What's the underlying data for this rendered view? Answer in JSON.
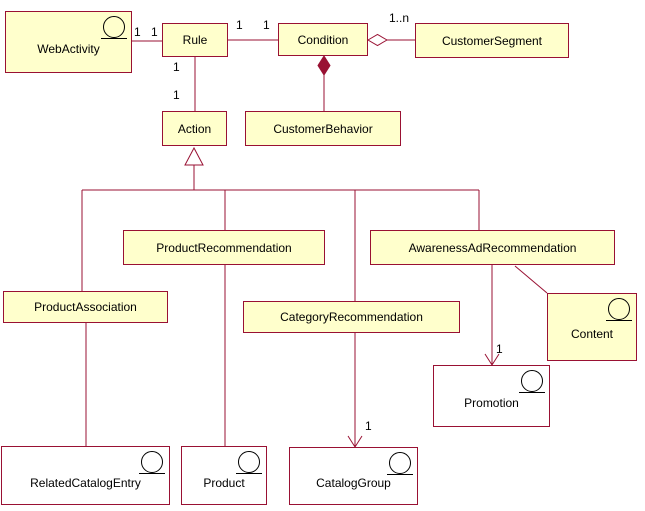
{
  "diagram": {
    "type": "uml-class-diagram",
    "colors": {
      "line": "#991133",
      "class_fill": "#FFFFCC",
      "white_fill": "#FFFFFF",
      "text": "#000000",
      "background": "#FFFFFF"
    },
    "classes": [
      {
        "id": "web-activity",
        "label": "WebActivity",
        "icon": "entity-icon"
      },
      {
        "id": "rule",
        "label": "Rule"
      },
      {
        "id": "condition",
        "label": "Condition"
      },
      {
        "id": "customer-segment",
        "label": "CustomerSegment"
      },
      {
        "id": "action",
        "label": "Action"
      },
      {
        "id": "customer-behavior",
        "label": "CustomerBehavior"
      },
      {
        "id": "product-recommendation",
        "label": "ProductRecommendation"
      },
      {
        "id": "awareness-ad-recommendation",
        "label": "AwarenessAdRecommendation"
      },
      {
        "id": "product-association",
        "label": "ProductAssociation"
      },
      {
        "id": "category-recommendation",
        "label": "CategoryRecommendation"
      },
      {
        "id": "content",
        "label": "Content",
        "icon": "entity-icon"
      },
      {
        "id": "promotion",
        "label": "Promotion",
        "icon": "entity-icon"
      },
      {
        "id": "related-catalog-entry",
        "label": "RelatedCatalogEntry",
        "icon": "entity-icon"
      },
      {
        "id": "product",
        "label": "Product",
        "icon": "entity-icon"
      },
      {
        "id": "catalog-group",
        "label": "CatalogGroup",
        "icon": "entity-icon"
      }
    ],
    "multiplicities": [
      {
        "text": "1"
      },
      {
        "text": "1"
      },
      {
        "text": "1"
      },
      {
        "text": "1"
      },
      {
        "text": "1..n"
      },
      {
        "text": "1"
      },
      {
        "text": "1"
      },
      {
        "text": "1"
      },
      {
        "text": "1"
      }
    ],
    "relationships": [
      {
        "from": "WebActivity",
        "to": "Rule",
        "type": "association",
        "labels": [
          "1",
          "1"
        ]
      },
      {
        "from": "Rule",
        "to": "Condition",
        "type": "association",
        "labels": [
          "1",
          "1"
        ]
      },
      {
        "from": "Condition",
        "to": "CustomerSegment",
        "type": "aggregation",
        "labels": [
          "1..n"
        ]
      },
      {
        "from": "Condition",
        "to": "CustomerBehavior",
        "type": "composition",
        "labels": []
      },
      {
        "from": "Rule",
        "to": "Action",
        "type": "association",
        "labels": [
          "1",
          "1"
        ]
      },
      {
        "from": "ProductAssociation",
        "to": "Action",
        "type": "generalization"
      },
      {
        "from": "ProductRecommendation",
        "to": "Action",
        "type": "generalization"
      },
      {
        "from": "CategoryRecommendation",
        "to": "Action",
        "type": "generalization"
      },
      {
        "from": "AwarenessAdRecommendation",
        "to": "Action",
        "type": "generalization"
      },
      {
        "from": "ProductAssociation",
        "to": "RelatedCatalogEntry",
        "type": "association",
        "labels": []
      },
      {
        "from": "ProductRecommendation",
        "to": "Product",
        "type": "association",
        "labels": []
      },
      {
        "from": "CategoryRecommendation",
        "to": "CatalogGroup",
        "type": "directed-association",
        "labels": [
          "1"
        ]
      },
      {
        "from": "AwarenessAdRecommendation",
        "to": "Promotion",
        "type": "directed-association",
        "labels": [
          "1"
        ]
      },
      {
        "from": "AwarenessAdRecommendation",
        "to": "Content",
        "type": "association",
        "labels": []
      }
    ]
  }
}
